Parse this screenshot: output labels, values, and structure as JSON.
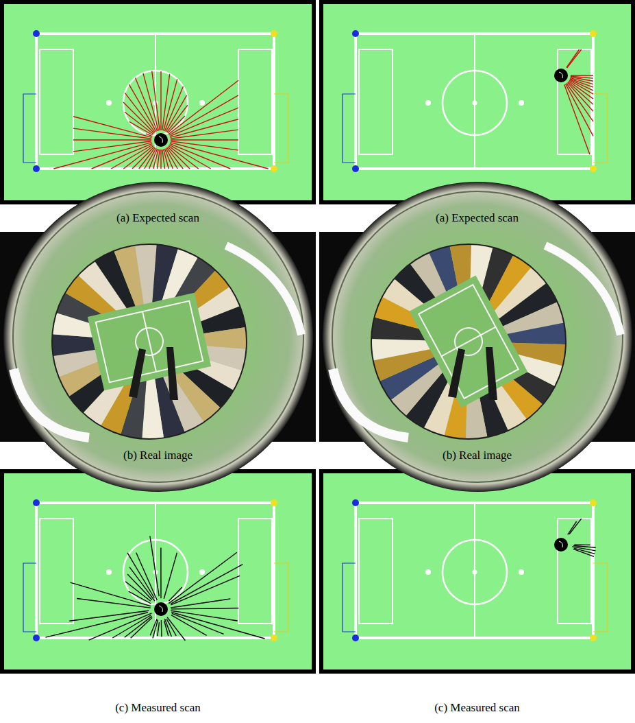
{
  "diagram": {
    "labels": [
      "(a) Expected scan",
      "(a) Expected scan",
      "(b) Real image",
      "(b) Real image",
      "(c) Measured scan",
      "(c) Measured scan"
    ]
  }
}
